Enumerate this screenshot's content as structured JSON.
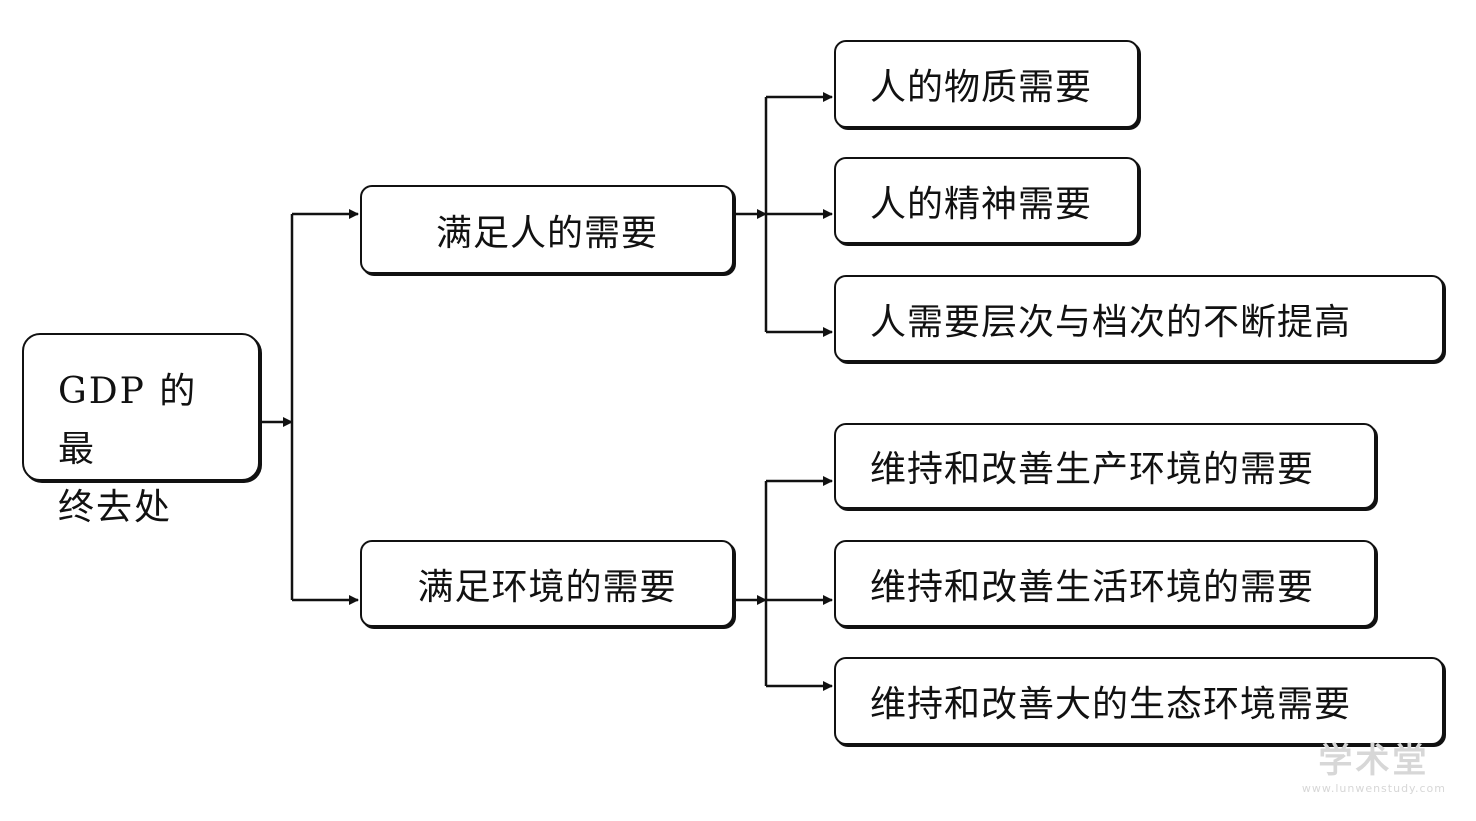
{
  "root": {
    "line1": "GDP 的 最",
    "line2": "终去处"
  },
  "branches": [
    {
      "label": "满足人的需要",
      "children": [
        "人的物质需要",
        "人的精神需要",
        "人需要层次与档次的不断提高"
      ]
    },
    {
      "label": "满足环境的需要",
      "children": [
        "维持和改善生产环境的需要",
        "维持和改善生活环境的需要",
        "维持和改善大的生态环境需要"
      ]
    }
  ],
  "watermark": {
    "text": "学术堂",
    "url": "www.lunwenstudy.com"
  },
  "colors": {
    "line": "#111111",
    "box_border": "#111111",
    "watermark": "#d7d7d7"
  }
}
